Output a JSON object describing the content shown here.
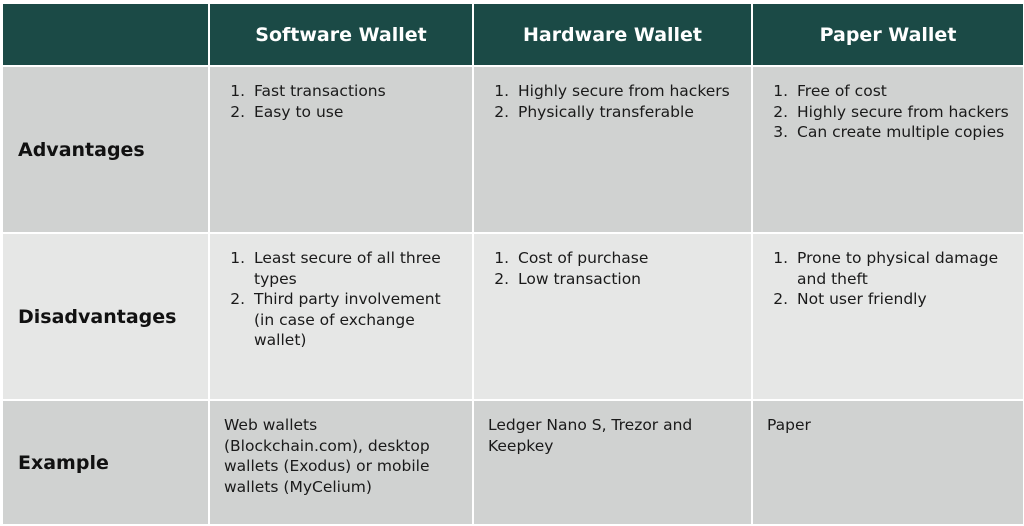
{
  "columns": [
    "",
    "Software Wallet",
    "Hardware Wallet",
    "Paper Wallet"
  ],
  "rows": [
    {
      "label": "Advantages",
      "cells": [
        {
          "items": [
            "Fast transactions",
            "Easy to use"
          ]
        },
        {
          "items": [
            "Highly secure from hackers",
            "Physically transferable"
          ]
        },
        {
          "items": [
            "Free of cost",
            "Highly secure from hackers",
            "Can create multiple copies"
          ]
        }
      ]
    },
    {
      "label": "Disadvantages",
      "cells": [
        {
          "items": [
            "Least secure of all three types",
            "Third party involvement (in case of exchange wallet)"
          ]
        },
        {
          "items": [
            "Cost of purchase",
            "Low transaction"
          ]
        },
        {
          "items": [
            "Prone to physical damage and theft",
            "Not user friendly"
          ]
        }
      ]
    },
    {
      "label": "Example",
      "cells": [
        {
          "text": "Web wallets (Blockchain.com), desktop wallets (Exodus) or mobile wallets (MyCelium)"
        },
        {
          "text": "Ledger Nano S, Trezor and Keepkey"
        },
        {
          "text": "Paper"
        }
      ]
    }
  ]
}
